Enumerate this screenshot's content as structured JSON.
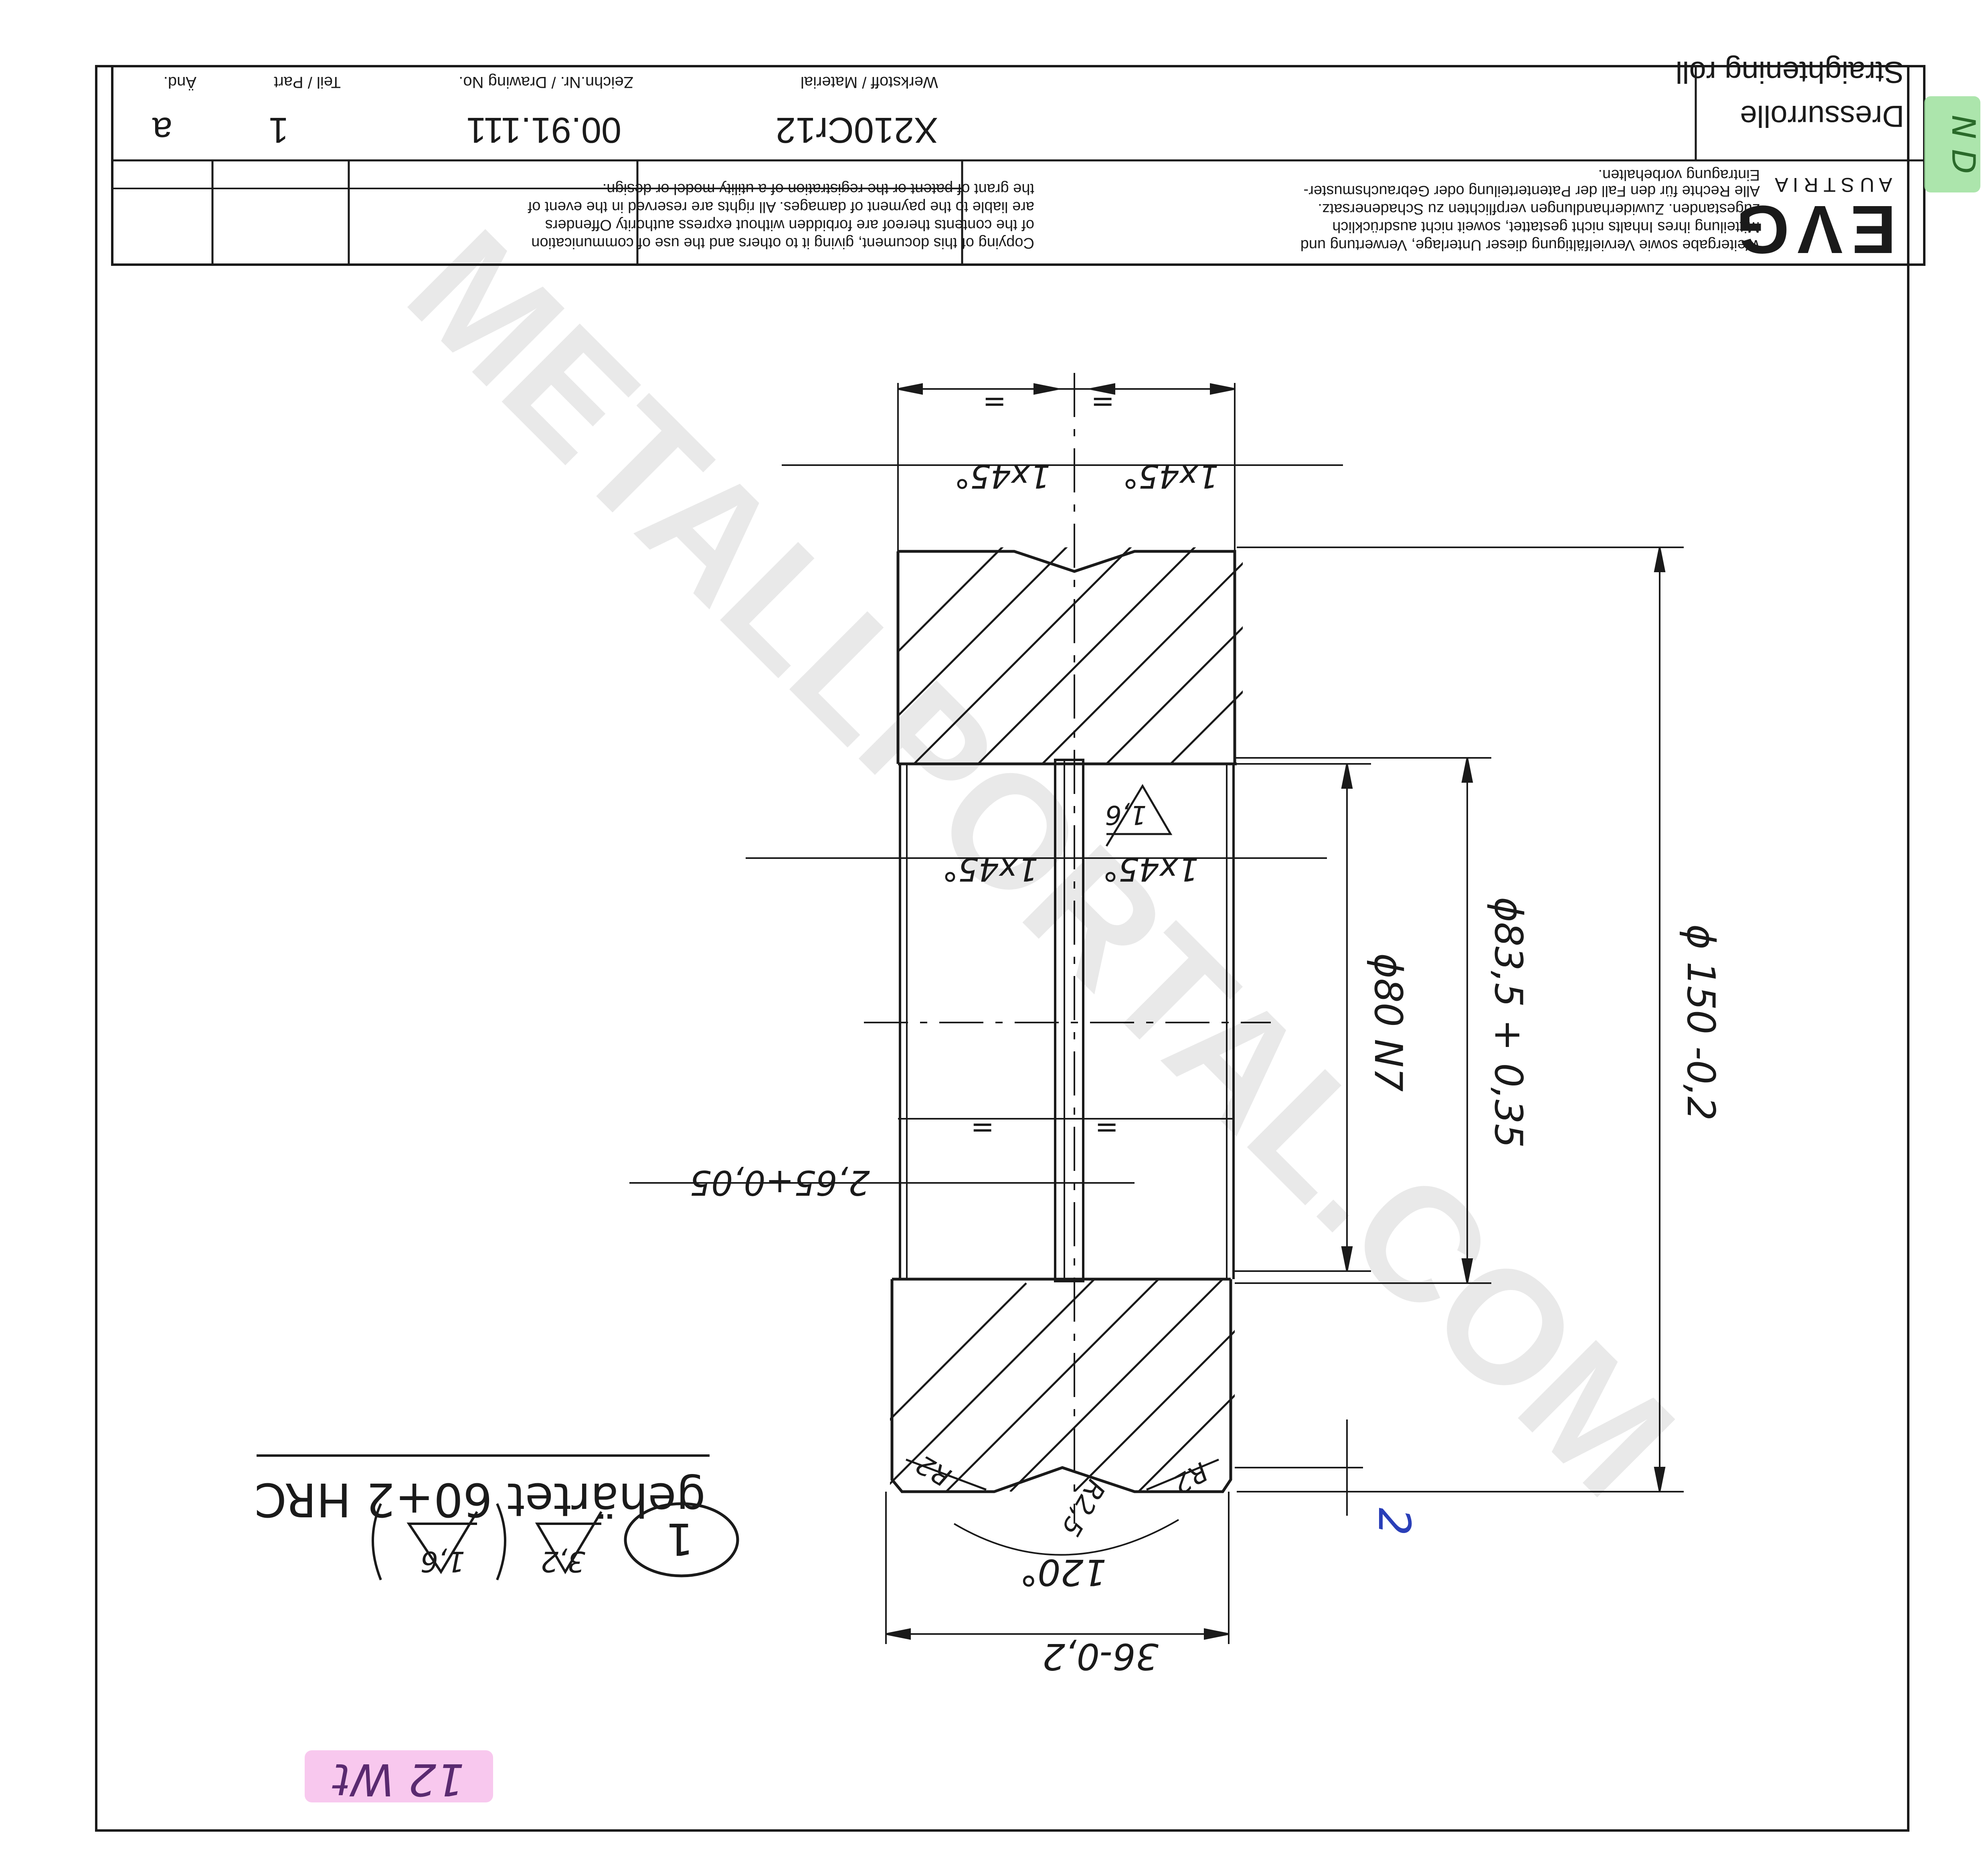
{
  "title_block": {
    "company": "EVG",
    "company_sub": "A U S T R I A",
    "rights_de": [
      "Weitergabe sowie Vervielfältigung dieser Unterlage, Verwertung und",
      "Mitteilung ihres Inhalts nicht gestattet, soweit nicht ausdrücklich",
      "zugestanden. Zuwiderhandlungen verpflichten zu Schadenersatz.",
      "Alle Rechte für den Fall der Patenterteilung oder Gebrauchsmuster-",
      "Eintragung vorbehalten."
    ],
    "rights_en": [
      "Copying of this document, giving it to others and the use of communication",
      "of the contents thereof are forbidden without express authority Offenders",
      "are liable to the payment of damages. All rights are reserved in the event of",
      "the grant of patent or the registration of a utility model or design."
    ],
    "title_de": "Dressurrolle",
    "title_en": "Straightening roll",
    "material_label": "Werkstoff / Material",
    "material": "X210Cr12",
    "drawing_no_label": "Zeichn.Nr. / Drawing No.",
    "drawing_no": "00.91.111",
    "part_label": "Teil / Part",
    "part": "1",
    "rev_label": "Änd.",
    "rev": "a"
  },
  "watermark": "METALLPORTAL.COM",
  "dimensions": {
    "chamfer": "1x45°",
    "equal": "=",
    "outer_dia": "ϕ 150 -0,2",
    "bore_dia": "ϕ83,5 + 0,35",
    "fit_dia": "ϕ80 N7",
    "groove": "2,65+0,05",
    "width": "36-0,2",
    "angle": "120°",
    "radius_groove": "R2,5",
    "radius_edge": "R2",
    "hand_dim": "2"
  },
  "notes": {
    "hardness": "gehärtet  60+2 HRC",
    "roughness_1": "1,6",
    "roughness_2": "3,2",
    "part_marker": "1"
  },
  "annotations": {
    "quantity": "12 Wt",
    "corner_tag": "N D"
  },
  "colors": {
    "ink": "#1a1a1a",
    "pen_blue": "#2a3fb8",
    "highlight_pink": "#f6b6e8",
    "highlight_green": "#9ee09e"
  }
}
